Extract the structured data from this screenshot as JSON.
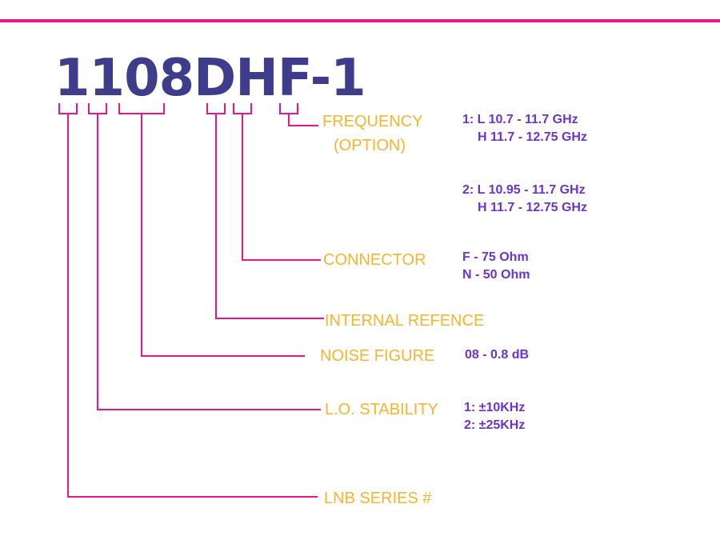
{
  "part_number": "1108DHF-1",
  "colors": {
    "accent": "#ea1589",
    "title": "#3d3d8c",
    "label": "#f7b52c",
    "value": "#6b33cf"
  },
  "fields": {
    "frequency": {
      "label": "FREQUENCY",
      "label_line2": "(OPTION)",
      "option1_line1": "1: L 10.7 - 11.7 GHz",
      "option1_line2": "H 11.7 - 12.75 GHz",
      "option2_line1": "2: L 10.95 - 11.7 GHz",
      "option2_line2": "H 11.7 - 12.75 GHz"
    },
    "connector": {
      "label": "CONNECTOR",
      "line1": "F - 75 Ohm",
      "line2": "N - 50 Ohm"
    },
    "internal_reference": {
      "label": "INTERNAL REFENCE"
    },
    "noise_figure": {
      "label": "NOISE FIGURE",
      "line1": "08 - 0.8 dB"
    },
    "lo_stability": {
      "label": "L.O. STABILITY",
      "line1": "1: ±10KHz",
      "line2": "2: ±25KHz"
    },
    "lnb_series": {
      "label": "LNB SERIES #"
    }
  }
}
